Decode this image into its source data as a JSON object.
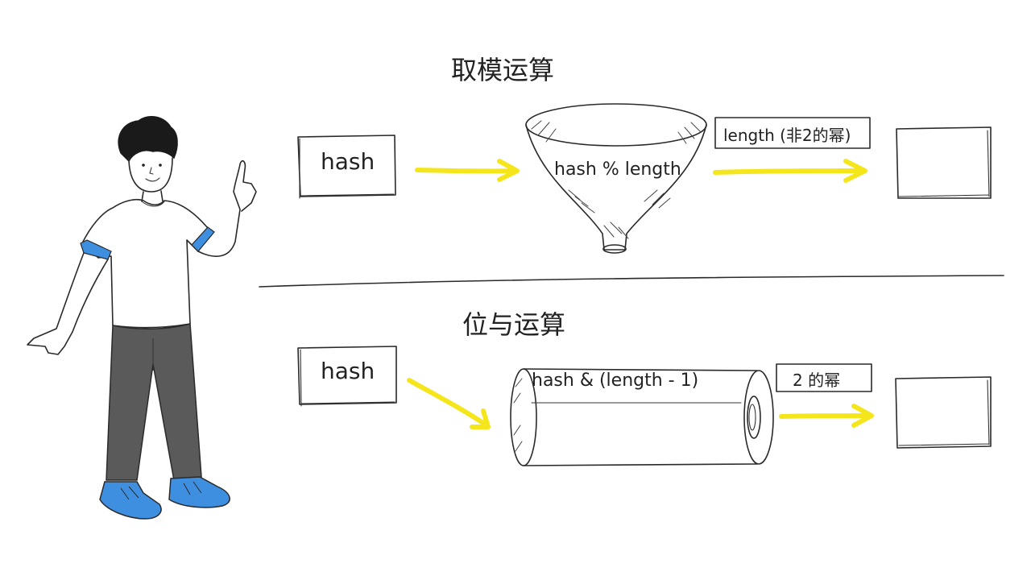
{
  "colors": {
    "arrow": "#f5e61c",
    "accent": "#3f8fe0",
    "pants": "#5a5a5a",
    "ink": "#2a2a2a"
  },
  "modulo": {
    "title": "取模运算",
    "input_label": "hash",
    "operation_label": "hash % length",
    "condition_label": "length (非2的幂)"
  },
  "bitand": {
    "title": "位与运算",
    "input_label": "hash",
    "operation_label": "hash & (length - 1)",
    "condition_label": "2 的幂"
  }
}
